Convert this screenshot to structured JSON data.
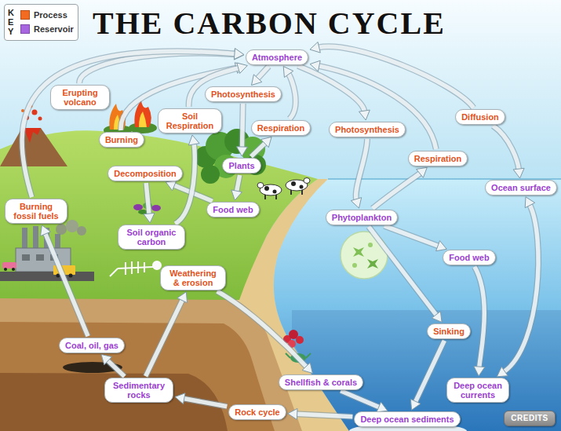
{
  "diagram": {
    "title": "THE CARBON CYCLE",
    "nodes": [
      {
        "text": [
          "Atmosphere"
        ]
      },
      {
        "text": [
          "Erupting volcano"
        ]
      },
      {
        "text": [
          "Photosynthesis"
        ]
      },
      {
        "text": [
          "Soil Respiration"
        ]
      },
      {
        "text": [
          "Respiration"
        ]
      },
      {
        "text": [
          "Photosynthesis"
        ]
      },
      {
        "text": [
          "Diffusion"
        ]
      },
      {
        "text": [
          "Burning"
        ]
      },
      {
        "text": [
          "Respiration"
        ]
      },
      {
        "text": [
          "Plants"
        ]
      },
      {
        "text": [
          "Decomposition"
        ]
      },
      {
        "text": [
          "Ocean surface"
        ]
      },
      {
        "text": [
          "Food web"
        ]
      },
      {
        "text": [
          "Burning fossil fuels"
        ]
      },
      {
        "text": [
          "Phytoplankton"
        ]
      },
      {
        "text": [
          "Soil organic carbon"
        ]
      },
      {
        "text": [
          "Food web"
        ]
      },
      {
        "text": [
          "Weathering & erosion"
        ]
      },
      {
        "text": [
          "Sinking"
        ]
      },
      {
        "text": [
          "Coal, oil, gas"
        ]
      },
      {
        "text": [
          "Shellfish & corals"
        ]
      },
      {
        "text": [
          "Sedimentary rocks"
        ]
      },
      {
        "text": [
          "Deep ocean currents"
        ]
      },
      {
        "text": [
          "Rock cycle"
        ]
      },
      {
        "text": [
          "Deep ocean sediments"
        ]
      },
      {
        "text": [
          "CREDITS"
        ]
      }
    ],
    "edges": [
      {
        "from": 1,
        "to": 0,
        "arrow": "to"
      },
      {
        "from": 13,
        "to": 0,
        "arrow": "to"
      },
      {
        "from": 7,
        "to": 0,
        "arrow": "to"
      },
      {
        "from": 3,
        "to": 0,
        "arrow": "to"
      },
      {
        "from": 0,
        "to": 2,
        "arrow": "to"
      },
      {
        "from": 2,
        "to": 9,
        "arrow": "to"
      },
      {
        "from": 9,
        "to": 4,
        "arrow": "to"
      },
      {
        "from": 4,
        "to": 0,
        "arrow": "to"
      },
      {
        "from": 0,
        "to": 5,
        "arrow": "to"
      },
      {
        "from": 5,
        "to": 14,
        "arrow": "to"
      },
      {
        "from": 14,
        "to": 8,
        "arrow": "to"
      },
      {
        "from": 8,
        "to": 0,
        "arrow": "to"
      },
      {
        "from": 6,
        "to": 0,
        "arrow": "to"
      },
      {
        "from": 6,
        "to": 11,
        "arrow": "to"
      },
      {
        "from": 9,
        "to": 12,
        "arrow": "to"
      },
      {
        "from": 12,
        "to": 10,
        "arrow": "to"
      },
      {
        "from": 10,
        "to": 15,
        "arrow": "to"
      },
      {
        "from": 15,
        "to": 3,
        "arrow": "to"
      },
      {
        "from": 14,
        "to": 16,
        "arrow": "to"
      },
      {
        "from": 14,
        "to": 18,
        "arrow": "to"
      },
      {
        "from": 16,
        "to": 22,
        "arrow": "to"
      },
      {
        "from": 18,
        "to": 24,
        "arrow": "to"
      },
      {
        "from": 22,
        "to": 11,
        "arrow": "both"
      },
      {
        "from": 20,
        "to": 24,
        "arrow": "to"
      },
      {
        "from": 24,
        "to": 23,
        "arrow": "to"
      },
      {
        "from": 23,
        "to": 21,
        "arrow": "to"
      },
      {
        "from": 21,
        "to": 19,
        "arrow": "to"
      },
      {
        "from": 19,
        "to": 13,
        "arrow": "to"
      },
      {
        "from": 21,
        "to": 17,
        "arrow": "to"
      },
      {
        "from": 17,
        "to": 20,
        "arrow": "to"
      }
    ],
    "labels": [
      "KEY"
    ],
    "legend": [
      {
        "text": "Process",
        "color": "#f26b21"
      },
      {
        "text": "Reservoir",
        "color": "#a865e0"
      }
    ]
  }
}
